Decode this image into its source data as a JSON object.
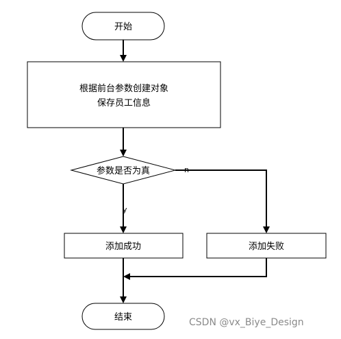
{
  "nodes": {
    "start": {
      "label": "开始"
    },
    "process_create": {
      "line1": "根据前台参数创建对象",
      "line2": "保存员工信息"
    },
    "decision": {
      "label": "参数是否为真"
    },
    "success": {
      "label": "添加成功"
    },
    "failure": {
      "label": "添加失败"
    },
    "end": {
      "label": "结束"
    }
  },
  "edges": {
    "yes_label": "y",
    "no_label": "n"
  },
  "watermark": "CSDN @vx_Biye_Design"
}
